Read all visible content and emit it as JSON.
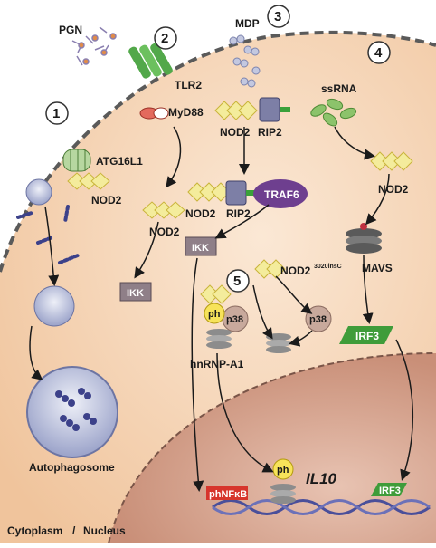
{
  "labels": {
    "pgn": "PGN",
    "tlr2": "TLR2",
    "myd88": "MyD88",
    "mdp": "MDP",
    "ssrna": "ssRNA",
    "atg16l1": "ATG16L1",
    "nod2_autophagy": "NOD2",
    "nod2_myd88": "NOD2",
    "nod2_rip2_top": "NOD2",
    "rip2_top": "RIP2",
    "nod2_rip2_traf": "NOD2",
    "rip2_traf": "RIP2",
    "traf6": "TRAF6",
    "nod2_ssrna": "NOD2",
    "ikk_left": "IKK",
    "ikk_mid": "IKK",
    "nod2_mutant": "NOD2",
    "nod2_mutant_sup": "3020insC",
    "ph": "ph",
    "p38_left": "p38",
    "p38_right": "p38",
    "hnrnp": "hnRNP-A1",
    "mavs": "MAVS",
    "irf3": "IRF3",
    "irf3_dna": "IRF3",
    "phnfkb": "phNFκB",
    "ph_il10": "ph",
    "il10": "IL10",
    "autophagosome": "Autophagosome",
    "cytoplasm": "Cytoplasm",
    "nucleus": "Nucleus"
  },
  "steps": [
    "1",
    "2",
    "3",
    "4",
    "5"
  ],
  "colors": {
    "cell": "#f6d9bd",
    "nucleus": "#dcae9a",
    "nod2": "#f4ec9c",
    "nod2_edge": "#c9b43a",
    "traf6": "#6e3f8f",
    "irf3": "#3f9c3a",
    "ikk": "#8f7f88",
    "rip2": "#7d7fa6"
  }
}
